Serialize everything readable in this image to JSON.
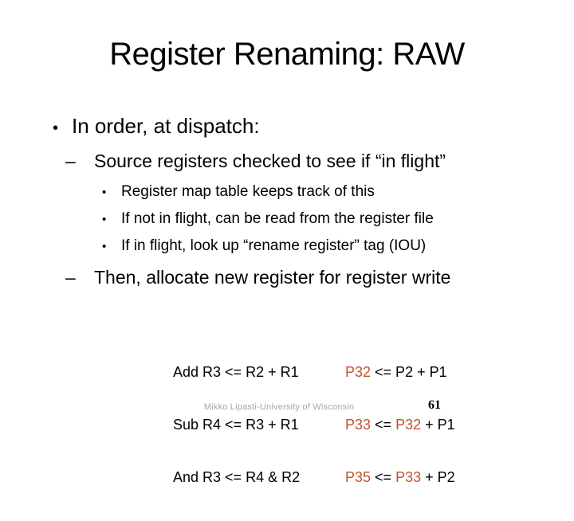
{
  "slide": {
    "title": "Register Renaming: RAW",
    "markers": {
      "dot": "•",
      "dash": "–"
    },
    "bullets": {
      "l1": "In order, at dispatch:",
      "l2a": "Source registers checked to see if “in flight”",
      "l3": [
        "Register map table keeps track of this",
        "If not in flight, can be read from the register file",
        "If in flight, look up “rename register” tag (IOU)"
      ],
      "l2b": "Then, allocate new register for register write"
    },
    "code": {
      "rows": [
        {
          "src": "Add R3 <= R2 + R1",
          "dst": [
            {
              "t": "P32"
            },
            {
              "t": " <= P2 + P1"
            }
          ]
        },
        {
          "src": "Sub R4 <= R3 + R1",
          "dst": [
            {
              "t": "P33"
            },
            {
              "t": " <= "
            },
            {
              "t": "P32"
            },
            {
              "t": " + P1"
            }
          ]
        },
        {
          "src": "And R3 <= R4 & R2",
          "dst": [
            {
              "t": "P35"
            },
            {
              "t": " <= "
            },
            {
              "t": "P33"
            },
            {
              "t": " + P2"
            }
          ]
        }
      ]
    },
    "footer": {
      "credit": "Mikko Lipasti-University of Wisconsin",
      "page": "61"
    },
    "colors": {
      "accent_red": "#C2512F",
      "footer_gray": "#A6A6A6",
      "text_black": "#000000"
    }
  }
}
